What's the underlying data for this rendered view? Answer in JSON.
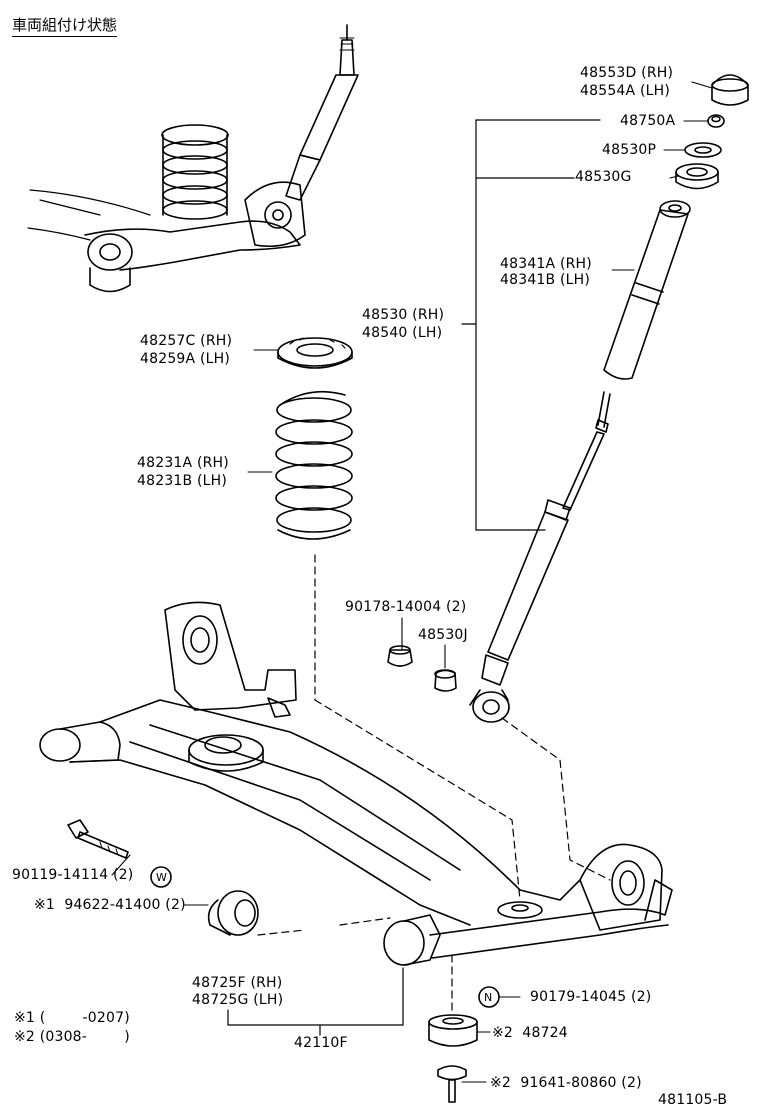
{
  "title": "車両組付け状態",
  "diagram_id": "481105-B",
  "parts": {
    "insulator_upper": [
      "48553D (RH)",
      "48554A (LH)"
    ],
    "nut_48750a": "48750A",
    "washer_48530p": "48530P",
    "cushion_48530g": "48530G",
    "boot": [
      "48341A (RH)",
      "48341B (LH)"
    ],
    "absorber": [
      "48530 (RH)",
      "48540 (LH)"
    ],
    "spring_insulator": [
      "48257C (RH)",
      "48259A (LH)"
    ],
    "coil_spring": [
      "48231A (RH)",
      "48231B (LH)"
    ],
    "bolt_90178": "90178-14004 (2)",
    "cushion_48530j": "48530J",
    "bolt_90119": "90119-14114 (2)",
    "note_w": "W",
    "bush_94622": "※1  94622-41400 (2)",
    "bush_48725": [
      "48725F (RH)",
      "48725G (LH)"
    ],
    "nut_90179": "90179-14045 (2)",
    "note_n": "N",
    "beam": "42110F",
    "bracket_48724": "※2  48724",
    "bolt_91641": "※2  91641-80860 (2)"
  },
  "footnotes": [
    "※1 (        -0207)",
    "※2 (0308-        )"
  ]
}
